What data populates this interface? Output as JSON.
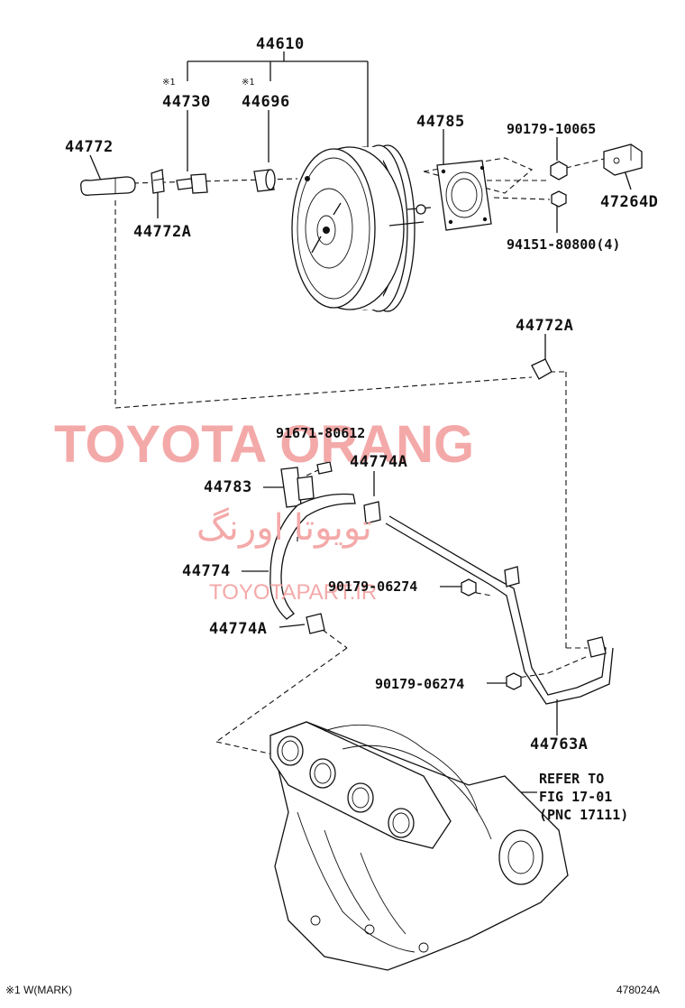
{
  "labels": {
    "p44610": "44610",
    "p44730": "44730",
    "p44696": "44696",
    "p44772": "44772",
    "p44772A_top": "44772A",
    "p44785": "44785",
    "p90179_10065": "90179-10065",
    "p47264D": "47264D",
    "p94151": "94151-80800(4)",
    "p44772A_mid": "44772A",
    "p91671": "91671-80612",
    "p44774A_top": "44774A",
    "p44783": "44783",
    "p44774": "44774",
    "p90179_06274_a": "90179-06274",
    "p44774A_bottom": "44774A",
    "p90179_06274_b": "90179-06274",
    "p44763A": "44763A",
    "refer_line1": "REFER TO",
    "refer_line2": "FIG 17-01",
    "refer_line3": "(PNC 17111)"
  },
  "marks": {
    "mark_44730": "※1",
    "mark_44696": "※1"
  },
  "footer": {
    "legend": "※1 W(MARK)",
    "figure_id": "478024A"
  },
  "watermark": {
    "brand": "TOYOTA ORANG",
    "persian": "تویوتا اورنگ",
    "site": "TOYOTAPART.IR",
    "color": "#f4a9a9"
  }
}
